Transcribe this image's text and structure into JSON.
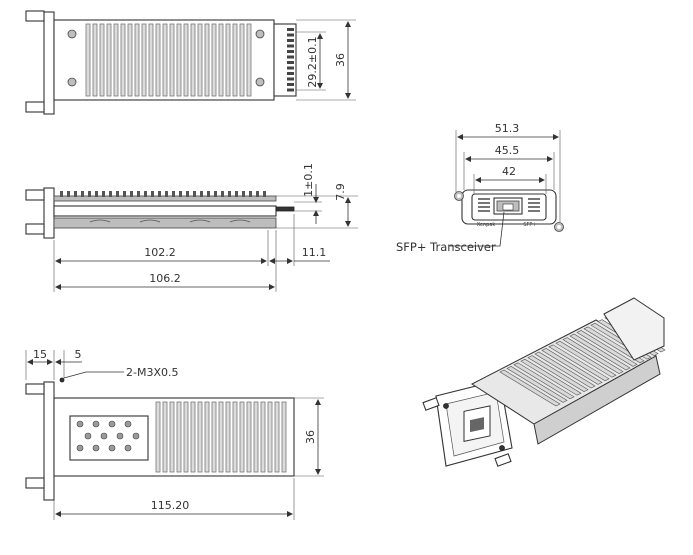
{
  "colors": {
    "line": "#333333",
    "fin": "#dcdcdc",
    "fill": "#bdbdbd",
    "text": "#333333"
  },
  "top_view": {
    "height_total": "36",
    "height_inner": "29.2±0.1"
  },
  "side_view": {
    "length_a": "102.2",
    "length_b": "106.2",
    "tail": "11.1",
    "offset": "1±0.1",
    "height": "7.9"
  },
  "bottom_view": {
    "offset_left": "15",
    "offset_hole": "5",
    "screw_callout": "2-M3X0.5",
    "height": "36",
    "length": "115.20"
  },
  "front_view": {
    "width_outer": "51.3",
    "width_mid": "45.5",
    "width_inner": "42",
    "label_left": "Xenpak",
    "label_right": "SFP+",
    "callout": "SFP+ Transceiver"
  }
}
